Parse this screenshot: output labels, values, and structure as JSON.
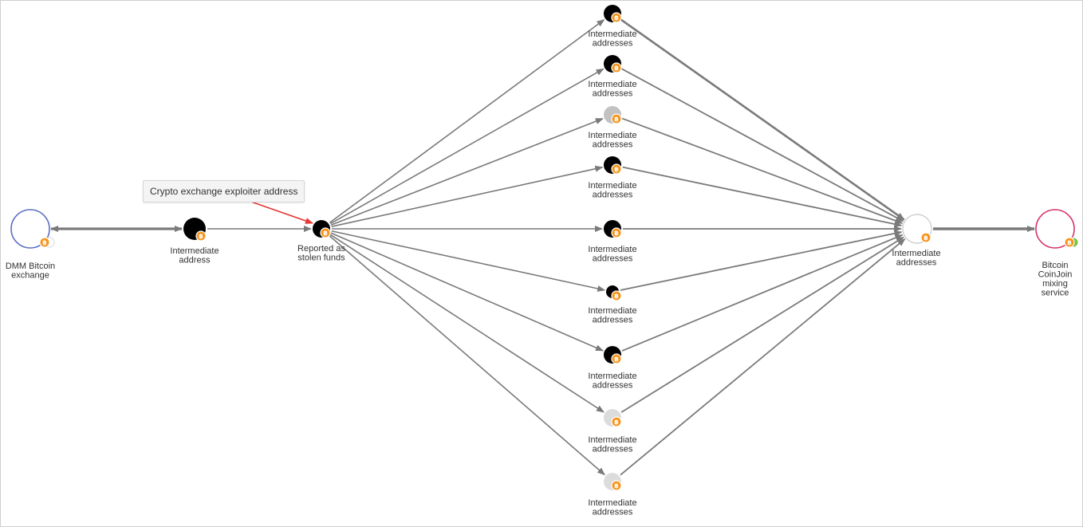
{
  "callout": {
    "text": "Crypto exchange exploiter address"
  },
  "nodes": {
    "dmm": {
      "label": [
        "DMM Bitcoin",
        "exchange"
      ]
    },
    "inter1": {
      "label": [
        "Intermediate",
        "address"
      ]
    },
    "reported": {
      "label": [
        "Reported as",
        "stolen funds"
      ]
    },
    "mid": [
      {
        "label": [
          "Intermediate",
          "addresses"
        ],
        "fill": "black"
      },
      {
        "label": [
          "Intermediate",
          "addresses"
        ],
        "fill": "black"
      },
      {
        "label": [
          "Intermediate",
          "addresses"
        ],
        "fill": "gray"
      },
      {
        "label": [
          "Intermediate",
          "addresses"
        ],
        "fill": "black"
      },
      {
        "label": [
          "Intermediate",
          "addresses"
        ],
        "fill": "black"
      },
      {
        "label": [
          "Intermediate",
          "addresses"
        ],
        "fill": "black"
      },
      {
        "label": [
          "Intermediate",
          "addresses"
        ],
        "fill": "black"
      },
      {
        "label": [
          "Intermediate",
          "addresses"
        ],
        "fill": "lightgray"
      },
      {
        "label": [
          "Intermediate",
          "addresses"
        ],
        "fill": "lightgray"
      }
    ],
    "agg": {
      "label": [
        "Intermediate",
        "addresses"
      ]
    },
    "coinjoin": {
      "label": [
        "Bitcoin",
        "CoinJoin",
        "mixing",
        "service"
      ]
    }
  },
  "colors": {
    "edge": "#7a7a7a",
    "callout_arrow": "#e53935",
    "btc_badge": "#f7931a",
    "dmm_ring": "#5b6fc4",
    "coinjoin_ring": "#d6336c",
    "agg_ring": "#cfcfcf"
  },
  "icons": {
    "badge": "bitcoin-badge-icon"
  }
}
